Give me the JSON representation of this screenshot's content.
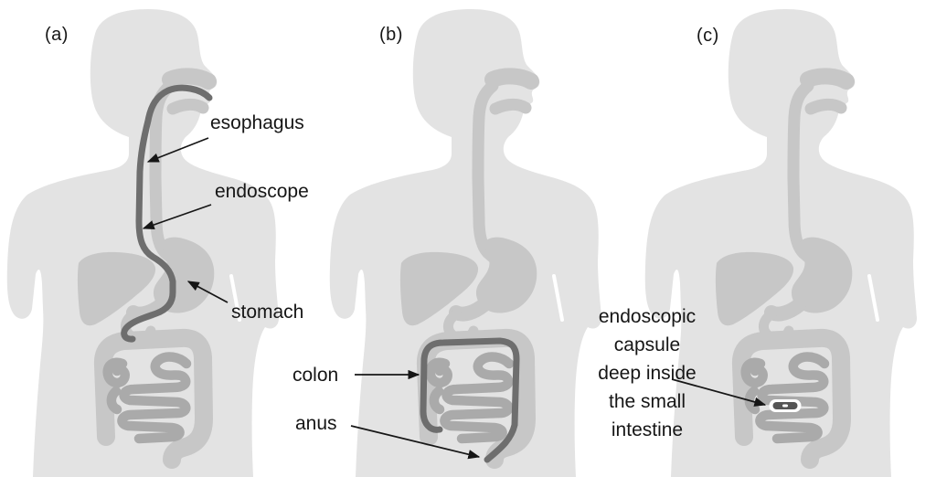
{
  "figure": {
    "description": "three-panel endoscopy diagram",
    "background": "#ffffff",
    "colors": {
      "body_silhouette": "#e3e3e3",
      "organs": "#c7c7c7",
      "small_intestine": "#aaaaaa",
      "endoscope_tube": "#6e6e6e",
      "label_text": "#161616",
      "capsule_body": "#555555",
      "capsule_outline": "#ffffff"
    },
    "panels": [
      {
        "letter": "(a)",
        "labels": {
          "esophagus": "esophagus",
          "endoscope": "endoscope",
          "stomach": "stomach"
        }
      },
      {
        "letter": "(b)",
        "labels": {
          "colon": "colon",
          "anus": "anus"
        }
      },
      {
        "letter": "(c)",
        "caption_text": "endoscopic capsule deep inside the small intestine",
        "caption_lines": [
          "endoscopic",
          "capsule",
          "deep inside",
          "the small",
          "intestine"
        ]
      }
    ]
  }
}
